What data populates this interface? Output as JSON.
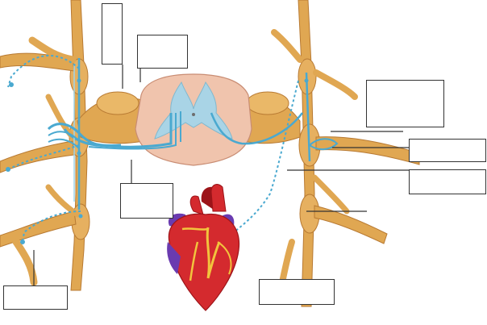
{
  "diagram": {
    "colors": {
      "nerve": "#e0a752",
      "nerve_dark": "#b87a33",
      "nerve_light": "#f4c988",
      "fiber": "#4aa9d0",
      "fiber_light": "#9fd6ea",
      "cord_gray": "#a9d4e6",
      "cord_white": "#f0c4ad",
      "heart_red": "#d42a2e",
      "heart_dark": "#9c1419",
      "heart_purple": "#6a3bb0",
      "coronary": "#f2c43d",
      "leader": "#333333"
    },
    "label_boxes": [
      {
        "id": "box-1",
        "text": ""
      },
      {
        "id": "box-2",
        "text": ""
      },
      {
        "id": "box-3",
        "text": ""
      },
      {
        "id": "box-4",
        "text": ""
      },
      {
        "id": "box-5",
        "text": ""
      },
      {
        "id": "box-6",
        "text": ""
      },
      {
        "id": "box-7",
        "text": ""
      },
      {
        "id": "box-8",
        "text": ""
      }
    ]
  }
}
